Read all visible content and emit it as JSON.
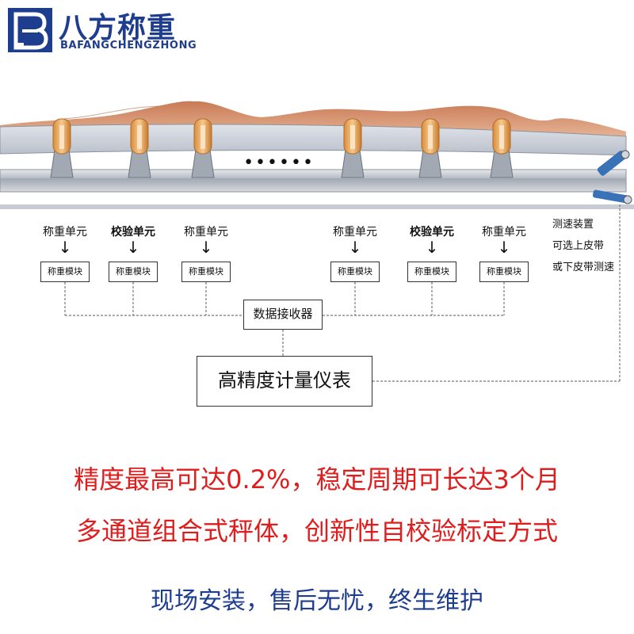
{
  "brand": {
    "name_cn": "八方称重",
    "name_en": "BAFANGCHENGZHONG",
    "color": "#1f3d8f"
  },
  "belt_scale": {
    "continuation_dots": "••••••",
    "units": [
      {
        "label": "称重单元",
        "bold": false,
        "module": "称重模块"
      },
      {
        "label": "校验单元",
        "bold": true,
        "module": "称重模块"
      },
      {
        "label": "称重单元",
        "bold": false,
        "module": "称重模块"
      },
      {
        "label": "称重单元",
        "bold": false,
        "module": "称重模块"
      },
      {
        "label": "校验单元",
        "bold": true,
        "module": "称重模块"
      },
      {
        "label": "称重单元",
        "bold": false,
        "module": "称重模块"
      }
    ],
    "arrow": "↓",
    "receiver": "数据接收器",
    "meter": "高精度计量仪表",
    "speed_note": [
      "测速装置",
      "可选上皮带",
      "或下皮带测速"
    ]
  },
  "headlines": [
    "精度最高可达0.2%，稳定周期可长达3个月",
    "多通道组合式秤体，创新性自校验标定方式"
  ],
  "headline_color": "#e01c1c",
  "footer": "现场安装，售后无忧，终生维护"
}
